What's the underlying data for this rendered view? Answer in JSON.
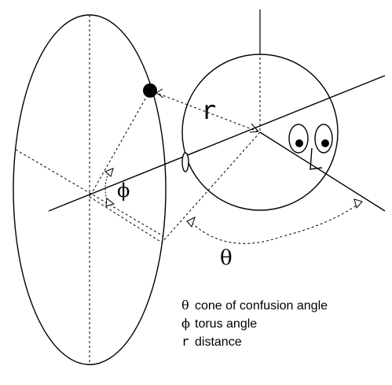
{
  "diagram": {
    "symbols": {
      "r": "r",
      "phi": "ϕ",
      "theta": "θ"
    },
    "legend": [
      {
        "symbol": "θ",
        "text": "cone of confusion angle"
      },
      {
        "symbol": "ϕ",
        "text": "torus angle"
      },
      {
        "symbol": "r",
        "text": "distance"
      }
    ],
    "colors": {
      "stroke": "#000000",
      "background": "#ffffff"
    }
  }
}
